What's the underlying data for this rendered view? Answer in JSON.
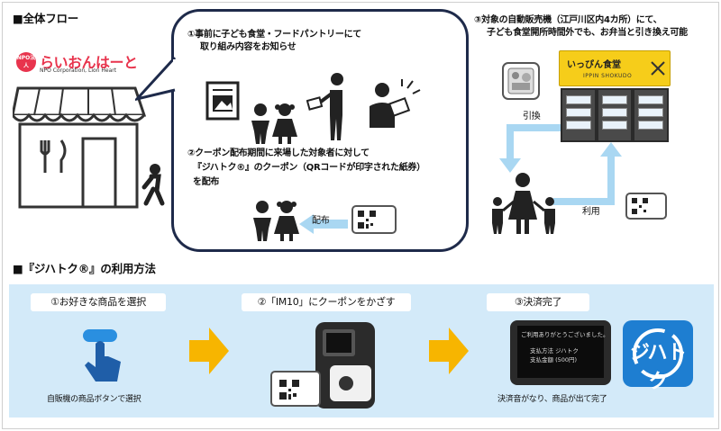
{
  "sections": {
    "overall_flow": "■全体フロー",
    "usage": "■『ジハトク®』の利用方法"
  },
  "organization": {
    "badge": "NPO法人",
    "name": "らいおんはーと",
    "subtitle": "NPO Corporation, Lion Heart"
  },
  "bubble": {
    "step1_line1": "①事前に子ども食堂・フードパントリーにて",
    "step1_line2": "取り組み内容をお知らせ",
    "step2_line1": "②クーポン配布期間に来場した対象者に対して",
    "step2_line2": "『ジハトク®』のクーポン（QRコードが印字された紙券）",
    "step2_line3": "を配布",
    "distribute_label": "配布"
  },
  "vending": {
    "step3_line1": "③対象の自動販売機（江戸川区内4カ所）にて、",
    "step3_line2": "子ども食堂開所時間外でも、お弁当と引き換え可能",
    "brand_name": "いっぴん食堂",
    "brand_sub": "IPPIN SHOKUDO",
    "exchange_label": "引換",
    "use_label": "利用"
  },
  "usage_steps": [
    {
      "label": "①お好きな商品を選択",
      "caption": "自販機の商品ボタンで選択"
    },
    {
      "label": "②「IM10」にクーポンをかざす",
      "caption": ""
    },
    {
      "label": "③決済完了",
      "caption": "決済音がなり、商品が出て完了"
    }
  ],
  "screen": {
    "line1": "ご利用ありがとうございました。",
    "line2": "支払方法 ジハトク",
    "line3": "支払金額 (500円)"
  },
  "logo_text": "ジハトク",
  "colors": {
    "band": "#d3eaf9",
    "arrow": "#f7b500",
    "flow_arrow": "#a9d7f2",
    "brand": "#f6cd1a",
    "org_red": "#e8344d",
    "logo_blue": "#1e7ed1",
    "bubble_border": "#1e2a4a"
  }
}
